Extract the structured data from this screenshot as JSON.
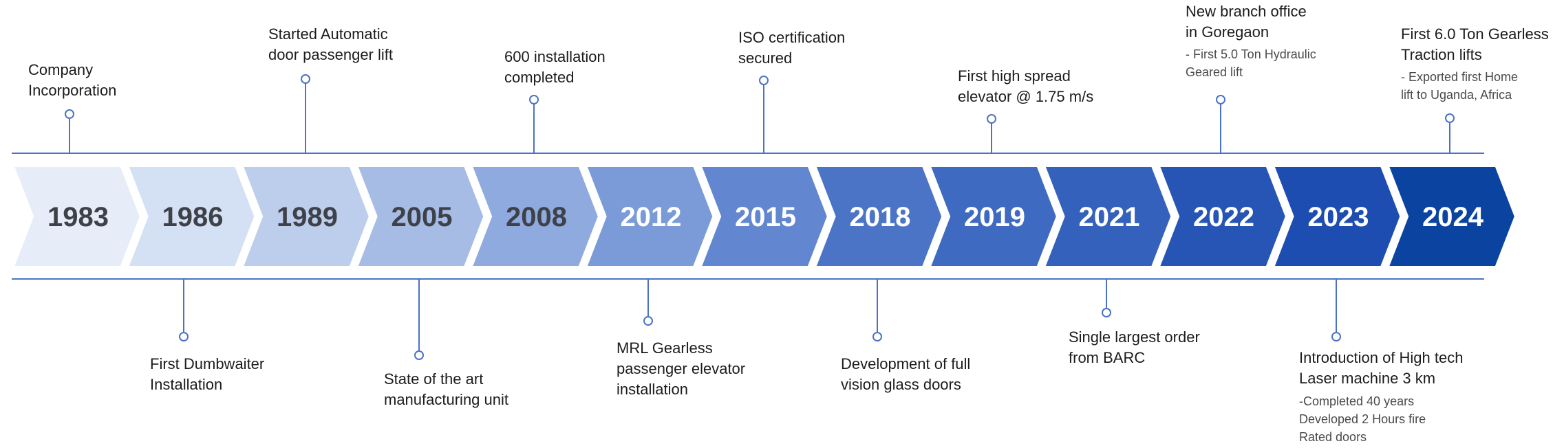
{
  "colors": {
    "line": "#4b72c6",
    "chevrons": [
      "#e6edf8",
      "#d4e0f3",
      "#bdcdec",
      "#a6bce5",
      "#8eaade",
      "#7a9bd7",
      "#6287d0",
      "#4b74c7",
      "#3f6ac1",
      "#3461bc",
      "#2655b5",
      "#1d4db0",
      "#0b44a0"
    ],
    "year_text_dark": "#3e4148",
    "year_text_light": "#ffffff"
  },
  "years": [
    "1983",
    "1986",
    "1989",
    "2005",
    "2008",
    "2012",
    "2015",
    "2018",
    "2019",
    "2021",
    "2022",
    "2023",
    "2024"
  ],
  "milestones": [
    {
      "year": "1983",
      "text": "Company\nIncorporation",
      "note": ""
    },
    {
      "year": "1986",
      "text": "First Dumbwaiter\nInstallation",
      "note": ""
    },
    {
      "year": "1989",
      "text": "Started Automatic\ndoor passenger lift",
      "note": ""
    },
    {
      "year": "2005",
      "text": "State of the art\nmanufacturing unit",
      "note": ""
    },
    {
      "year": "2008",
      "text": "600  installation\ncompleted",
      "note": ""
    },
    {
      "year": "2012",
      "text": "MRL Gearless\npassenger elevator\ninstallation",
      "note": ""
    },
    {
      "year": "2015",
      "text": "ISO certification\nsecured",
      "note": ""
    },
    {
      "year": "2018",
      "text": "Development of full\nvision glass doors",
      "note": ""
    },
    {
      "year": "2019",
      "text": "First high spread\nelevator @ 1.75 m/s",
      "note": ""
    },
    {
      "year": "2021",
      "text": "Single largest order\nfrom BARC",
      "note": ""
    },
    {
      "year": "2022",
      "text": "New branch office\nin Goregaon",
      "note": "- First 5.0 Ton Hydraulic\n  Geared lift"
    },
    {
      "year": "2023",
      "text": "Introduction of High tech\nLaser machine 3 km",
      "note": "-Completed 40 years\n  Developed 2 Hours fire\n  Rated doors"
    },
    {
      "year": "2024",
      "text": "First 6.0 Ton Gearless\nTraction lifts",
      "note": "- Exported first Home\n  lift to Uganda, Africa"
    }
  ]
}
